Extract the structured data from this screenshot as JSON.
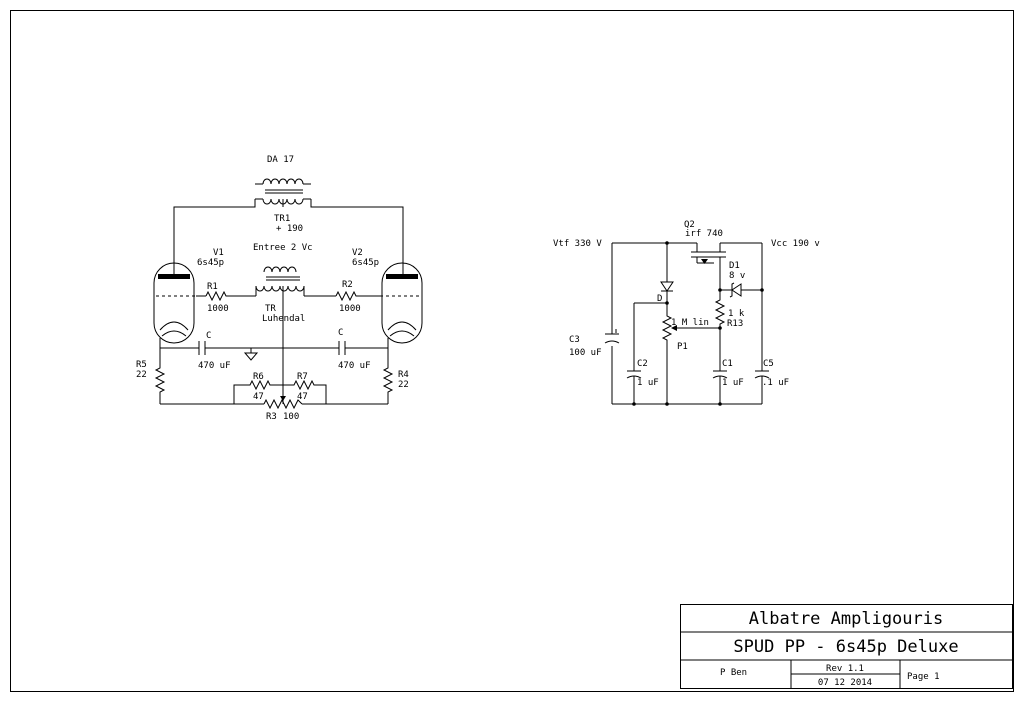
{
  "amp": {
    "output_transformer": "DA 17",
    "tr1": {
      "name": "TR1",
      "voltage": "+ 190"
    },
    "input_label": "Entree 2 Vc",
    "input_transformer": {
      "name": "TR",
      "maker": "Luhendal"
    },
    "v1": {
      "name": "V1",
      "type": "6s45p"
    },
    "v2": {
      "name": "V2",
      "type": "6s45p"
    },
    "r1": {
      "name": "R1",
      "value": "1000"
    },
    "r2": {
      "name": "R2",
      "value": "1000"
    },
    "c_left": {
      "name": "C",
      "value": "470 uF"
    },
    "c_right": {
      "name": "C",
      "value": "470 uF"
    },
    "r5": {
      "name": "R5",
      "value": "22"
    },
    "r4": {
      "name": "R4",
      "value": "22"
    },
    "r6": {
      "name": "R6",
      "value": "47"
    },
    "r7": {
      "name": "R7",
      "value": "47"
    },
    "r3": {
      "name": "R3",
      "value": "100"
    }
  },
  "psu": {
    "vin": "Vtf 330 V",
    "vout": "Vcc 190 v",
    "q2": {
      "name": "Q2",
      "part": "irf 740"
    },
    "d1": {
      "name": "D1",
      "value": "8 v"
    },
    "d": {
      "name": "D"
    },
    "r13": {
      "name": "R13",
      "value": "1 k"
    },
    "p1": {
      "name": "P1",
      "value": "1 M lin"
    },
    "c3": {
      "name": "C3",
      "value": "100 uF"
    },
    "c2": {
      "name": "C2",
      "value": "1 uF"
    },
    "c1": {
      "name": "C1",
      "value": "1 uF"
    },
    "c5": {
      "name": "C5",
      "value": ".1 uF"
    }
  },
  "title_block": {
    "company": "Albatre Ampligouris",
    "project": "SPUD PP - 6s45p Deluxe",
    "author": "P Ben",
    "revision": "Rev 1.1",
    "date": "07 12 2014",
    "page": "Page 1"
  }
}
